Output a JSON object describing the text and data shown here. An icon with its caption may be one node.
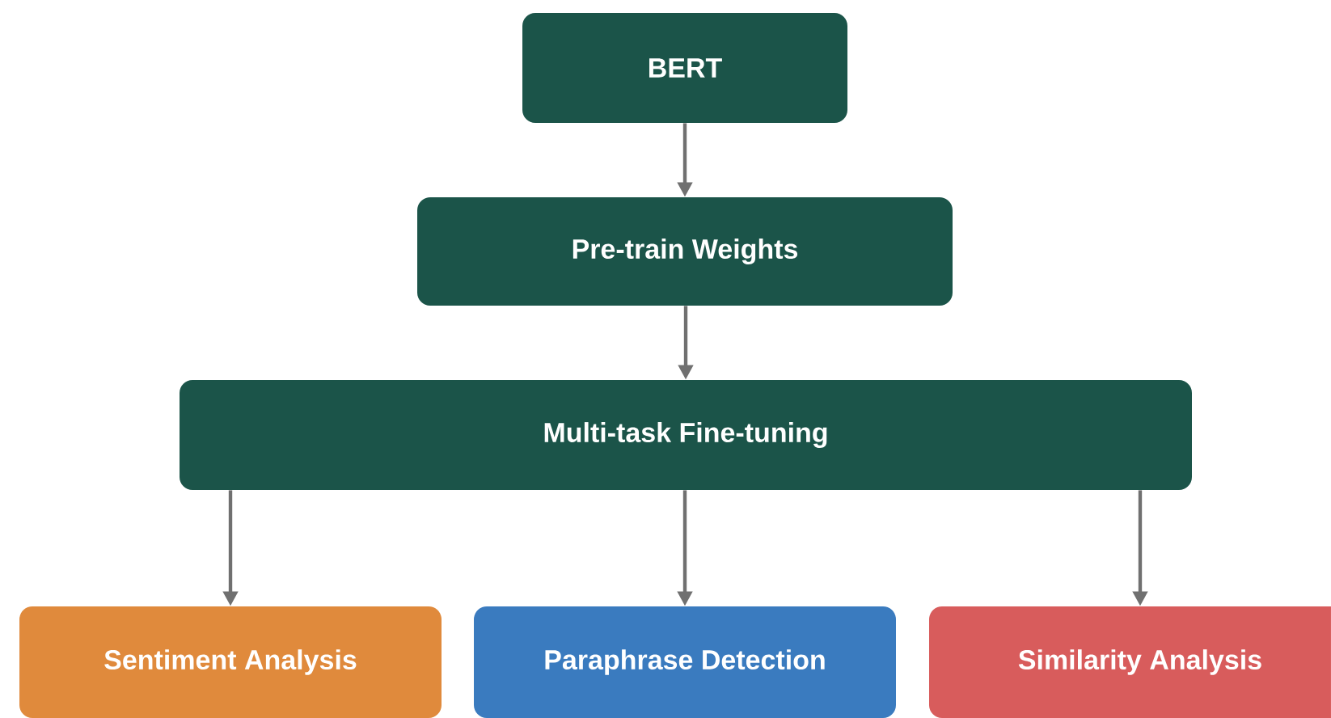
{
  "diagram": {
    "nodes": [
      {
        "text": [
          "BERT"
        ]
      },
      {
        "text": [
          "Pre-train Weights"
        ]
      },
      {
        "text": [
          "Multi-task Fine-tuning"
        ]
      },
      {
        "text": [
          "Sentiment Analysis"
        ]
      },
      {
        "text": [
          "Paraphrase Detection"
        ]
      },
      {
        "text": [
          "Similarity Analysis"
        ]
      }
    ],
    "edges": [
      {
        "from": 0,
        "to": 1,
        "arrow": "to"
      },
      {
        "from": 1,
        "to": 2,
        "arrow": "to"
      },
      {
        "from": 2,
        "to": 3,
        "arrow": "to"
      },
      {
        "from": 2,
        "to": 4,
        "arrow": "to"
      },
      {
        "from": 2,
        "to": 5,
        "arrow": "to"
      }
    ]
  }
}
